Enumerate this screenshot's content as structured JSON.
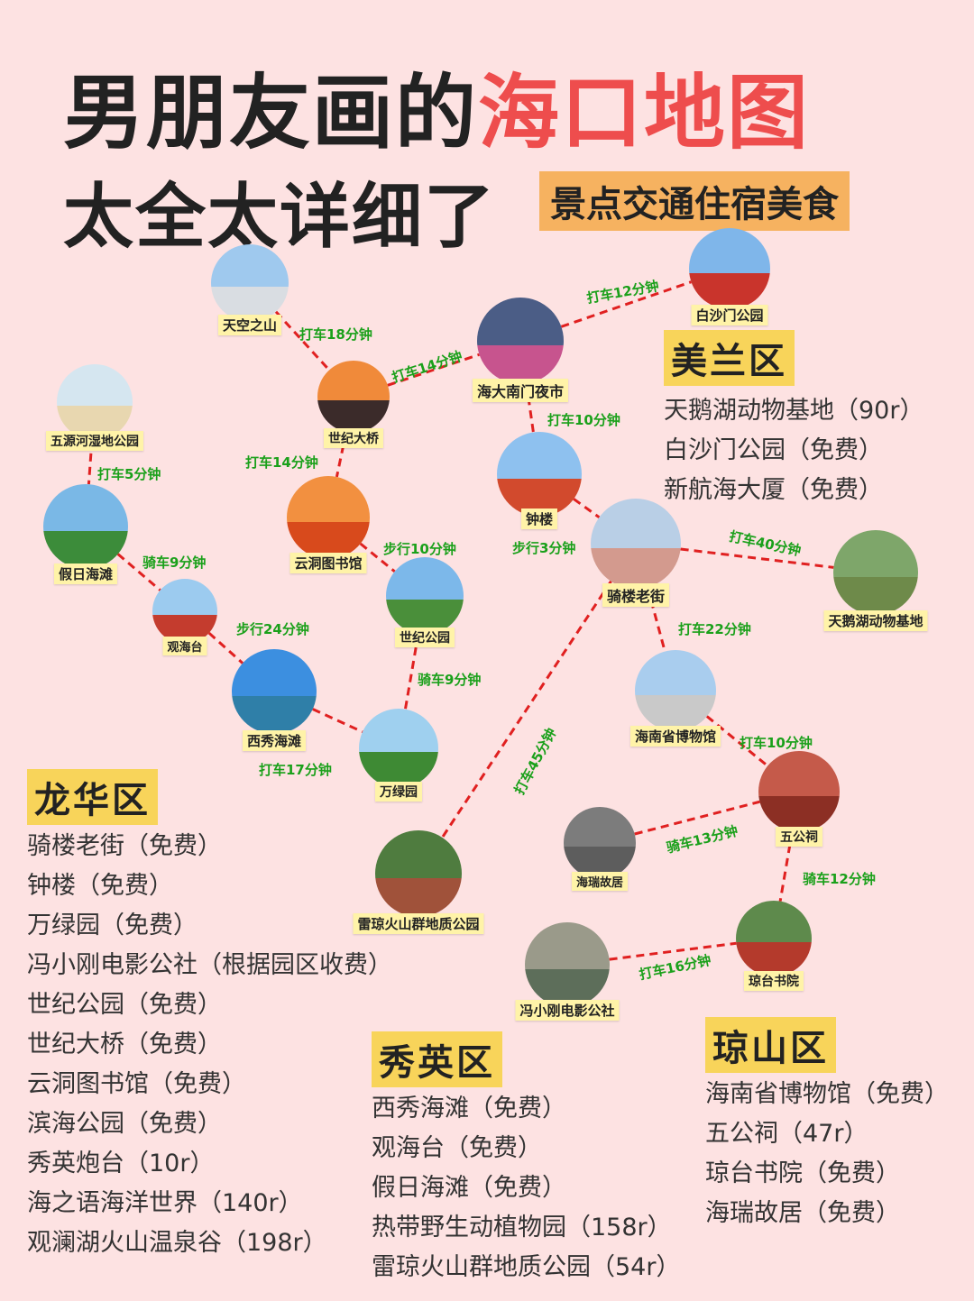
{
  "title": {
    "line1_black": "男朋友画的",
    "line1_red": "海口地图",
    "line2": "太全太详细了",
    "tagline": "景点交通住宿美食"
  },
  "colors": {
    "background": "#fde2e2",
    "title_red": "#ee4d4d",
    "route_line": "#e02020",
    "route_text": "#1aa01a",
    "label_bg": "#fff3a8",
    "district_bg": "#f8d45a",
    "tagline_bg": "#f6b260"
  },
  "spots": [
    {
      "name": "天空之山",
      "sky": "#9fc9ee",
      "ground": "#d9dde2"
    },
    {
      "name": "海大南门夜市",
      "sky": "#4b5d86",
      "ground": "#c7548e"
    },
    {
      "name": "白沙门公园",
      "sky": "#7fb6ea",
      "ground": "#c9342c"
    },
    {
      "name": "世纪大桥",
      "sky": "#f08a3a",
      "ground": "#3b2b2a"
    },
    {
      "name": "五源河湿地公园",
      "sky": "#d5e6f0",
      "ground": "#e8d7b0"
    },
    {
      "name": "钟楼",
      "sky": "#8ec1ef",
      "ground": "#d24a2d"
    },
    {
      "name": "云洞图书馆",
      "sky": "#f29040",
      "ground": "#d84a1c"
    },
    {
      "name": "骑楼老街",
      "sky": "#b9cfe6",
      "ground": "#d39a8e"
    },
    {
      "name": "天鹅湖动物基地",
      "sky": "#7ea66a",
      "ground": "#6e8a4a"
    },
    {
      "name": "假日海滩",
      "sky": "#7ab8e6",
      "ground": "#3c8c3a"
    },
    {
      "name": "观海台",
      "sky": "#9ccbef",
      "ground": "#c43c2e"
    },
    {
      "name": "世纪公园",
      "sky": "#7cb8ea",
      "ground": "#4a8f3a"
    },
    {
      "name": "西秀海滩",
      "sky": "#3c8fe0",
      "ground": "#2f7fa8"
    },
    {
      "name": "万绿园",
      "sky": "#9fd0ef",
      "ground": "#3e8a34"
    },
    {
      "name": "海南省博物馆",
      "sky": "#a9cdee",
      "ground": "#c9c9c9"
    },
    {
      "name": "五公祠",
      "sky": "#c55a4a",
      "ground": "#8c2f24"
    },
    {
      "name": "海瑞故居",
      "sky": "#7c7c7c",
      "ground": "#5d5d5d"
    },
    {
      "name": "雷琼火山群地质公园",
      "sky": "#4f7c3f",
      "ground": "#a0523a"
    },
    {
      "name": "琼台书院",
      "sky": "#5e8a4c",
      "ground": "#b43a2c"
    },
    {
      "name": "冯小刚电影公社",
      "sky": "#9a9a8a",
      "ground": "#5d6e5a"
    }
  ],
  "routes": [
    {
      "text": "打车18分钟"
    },
    {
      "text": "打车14分钟"
    },
    {
      "text": "打车12分钟"
    },
    {
      "text": "打车10分钟"
    },
    {
      "text": "打车14分钟"
    },
    {
      "text": "打车5分钟"
    },
    {
      "text": "步行3分钟"
    },
    {
      "text": "步行10分钟"
    },
    {
      "text": "打车40分钟"
    },
    {
      "text": "骑车9分钟"
    },
    {
      "text": "步行24分钟"
    },
    {
      "text": "骑车9分钟"
    },
    {
      "text": "打车22分钟"
    },
    {
      "text": "打车17分钟"
    },
    {
      "text": "打车10分钟"
    },
    {
      "text": "打车45分钟"
    },
    {
      "text": "骑车13分钟"
    },
    {
      "text": "骑车12分钟"
    },
    {
      "text": "打车16分钟"
    }
  ],
  "districts": {
    "meilan": {
      "name": "美兰区",
      "items": [
        "天鹅湖动物基地（90r）",
        "白沙门公园（免费）",
        "新航海大厦（免费）"
      ]
    },
    "longhua": {
      "name": "龙华区",
      "items": [
        "骑楼老街（免费）",
        "钟楼（免费）",
        "万绿园（免费）",
        "冯小刚电影公社（根据园区收费）",
        "世纪公园（免费）",
        "世纪大桥（免费）",
        "云洞图书馆（免费）",
        "滨海公园（免费）",
        "秀英炮台（10r）",
        "海之语海洋世界（140r）",
        "观澜湖火山温泉谷（198r）"
      ]
    },
    "xiuying": {
      "name": "秀英区",
      "items": [
        "西秀海滩（免费）",
        "观海台（免费）",
        "假日海滩（免费）",
        "热带野生动植物园（158r）",
        "雷琼火山群地质公园（54r）"
      ]
    },
    "qiongshan": {
      "name": "琼山区",
      "items": [
        "海南省博物馆（免费）",
        "五公祠（47r）",
        "琼台书院（免费）",
        "海瑞故居（免费）"
      ]
    }
  }
}
